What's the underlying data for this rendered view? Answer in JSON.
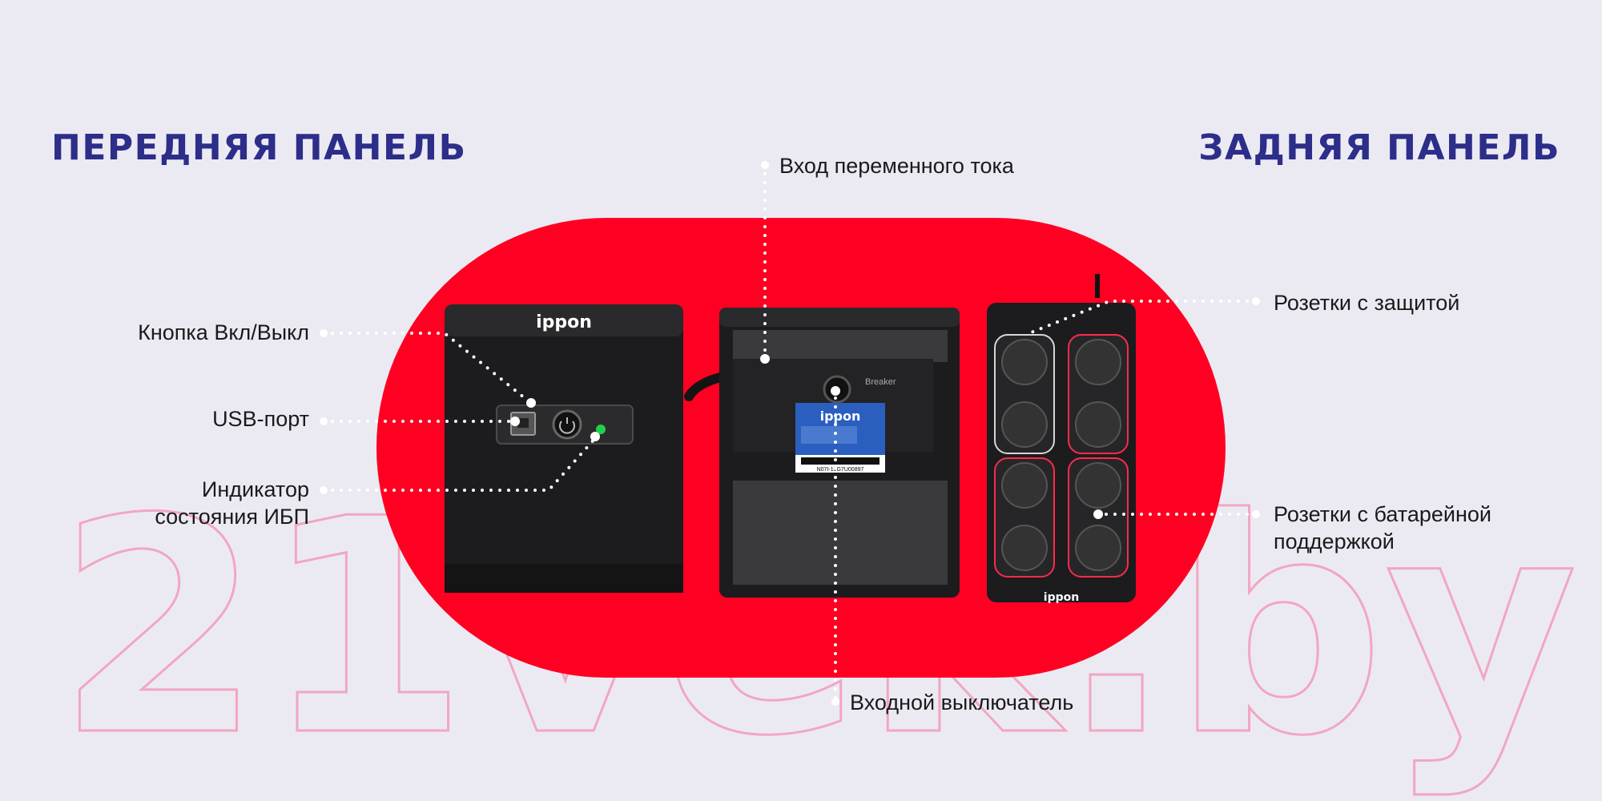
{
  "headings": {
    "front": "ПЕРЕДНЯЯ ПАНЕЛЬ",
    "back": "ЗАДНЯЯ ПАНЕЛЬ"
  },
  "watermark": "21vek.by",
  "brand_logo": "ippon",
  "colors": {
    "background": "#ebeaf3",
    "heading": "#2d2d8a",
    "accent_red": "#ff0022",
    "device": "#1c1c1e",
    "watermark_outline": "#f2a6c2"
  },
  "labels": {
    "power_button": "Кнопка Вкл/Выкл",
    "usb_port": "USB-порт",
    "status_indicator": "Индикатор\nсостояния ИБП",
    "ac_input": "Вход переменного тока",
    "input_breaker": "Входной выключатель",
    "surge_outlets": "Розетки с защитой",
    "battery_outlets": "Розетки с батарейной\nподдержкой"
  },
  "device_label": {
    "brand": "ippon",
    "serial": "N07I-10G7U00897"
  },
  "icons": [
    "power-button-icon",
    "usb-port-icon",
    "status-led-icon",
    "power-cord-icon",
    "breaker-icon",
    "socket-icon"
  ]
}
